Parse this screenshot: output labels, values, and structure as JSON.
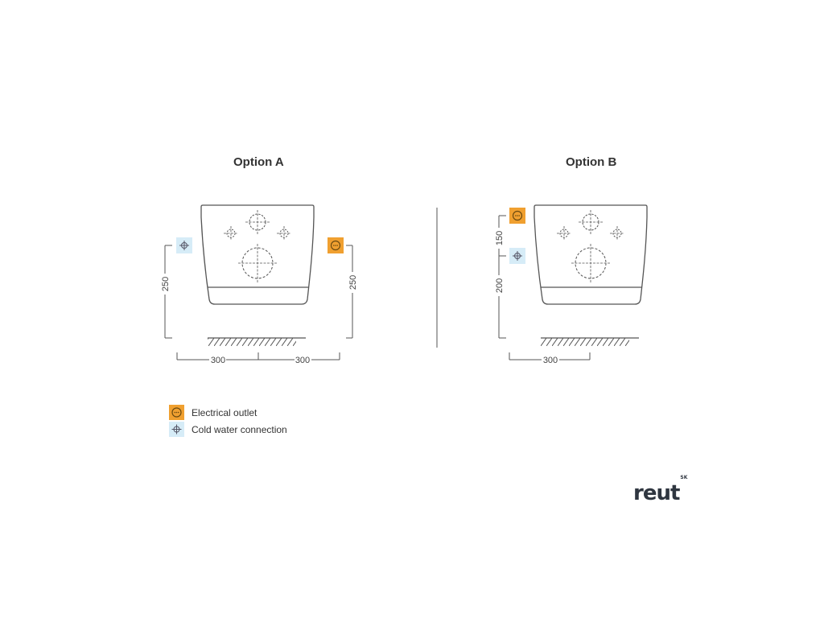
{
  "options": [
    {
      "title": "Option A",
      "dims": {
        "left_height": "250",
        "right_height": "250",
        "width_left": "300",
        "width_right": "300"
      }
    },
    {
      "title": "Option B",
      "dims": {
        "upper_height": "150",
        "lower_height": "200",
        "width": "300"
      }
    }
  ],
  "legend": [
    {
      "label": "Electrical outlet",
      "icon": "electrical-outlet-icon",
      "color": "#f0a030"
    },
    {
      "label": "Cold water connection",
      "icon": "cold-water-icon",
      "color": "#d6ecf7"
    }
  ],
  "logo": {
    "text": "reut",
    "sup": "SK"
  },
  "colors": {
    "line": "#555555",
    "electrical": "#f0a030",
    "water": "#d6ecf7"
  }
}
